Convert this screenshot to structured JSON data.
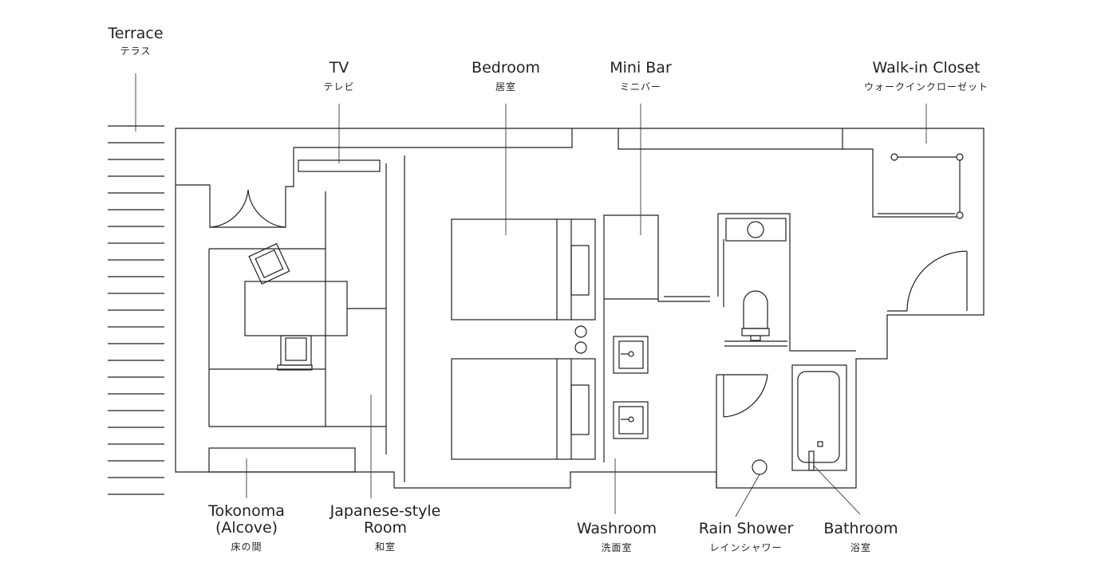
{
  "labels": {
    "terrace": {
      "en": "Terrace",
      "jp": "テラス"
    },
    "tv": {
      "en": "TV",
      "jp": "テレビ"
    },
    "bedroom": {
      "en": "Bedroom",
      "jp": "居室"
    },
    "minibar": {
      "en": "Mini Bar",
      "jp": "ミニバー"
    },
    "closet": {
      "en": "Walk-in Closet",
      "jp": "ウォークインクローゼット"
    },
    "tokonoma": {
      "en": "Tokonoma",
      "en2": "(Alcove)",
      "jp": "床の間"
    },
    "japanese": {
      "en": "Japanese-style",
      "en2": "Room",
      "jp": "和室"
    },
    "washroom": {
      "en": "Washroom",
      "jp": "洗面室"
    },
    "shower": {
      "en": "Rain Shower",
      "jp": "レインシャワー"
    },
    "bathroom": {
      "en": "Bathroom",
      "jp": "浴室"
    }
  },
  "colors": {
    "line": "#231f20",
    "background": "#ffffff"
  }
}
